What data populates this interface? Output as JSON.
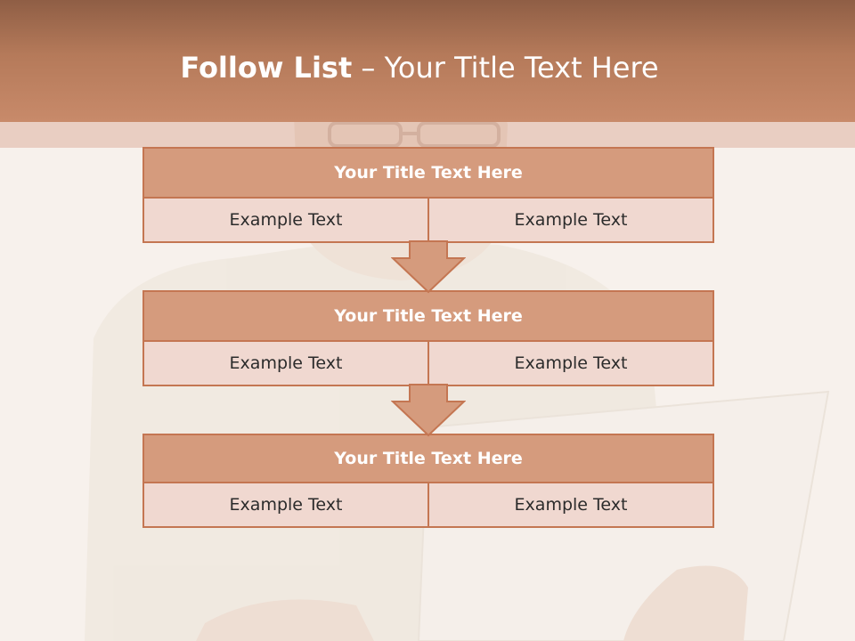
{
  "slide": {
    "title_bold": "Follow List",
    "title_rest": " – Your Title Text Here"
  },
  "blocks": [
    {
      "title": "Your Title Text Here",
      "left": "Example Text",
      "right": "Example Text"
    },
    {
      "title": "Your Title Text Here",
      "left": "Example Text",
      "right": "Example Text"
    },
    {
      "title": "Your Title Text Here",
      "left": "Example Text",
      "right": "Example Text"
    }
  ],
  "colors": {
    "header": "#b57a5a",
    "block_title_fill": "#d59b7d",
    "block_border": "#c47652",
    "cell_fill": "#f0d8d0"
  },
  "icons": {
    "arrow": "down-arrow-icon",
    "background": "man-reading-paper-image"
  }
}
